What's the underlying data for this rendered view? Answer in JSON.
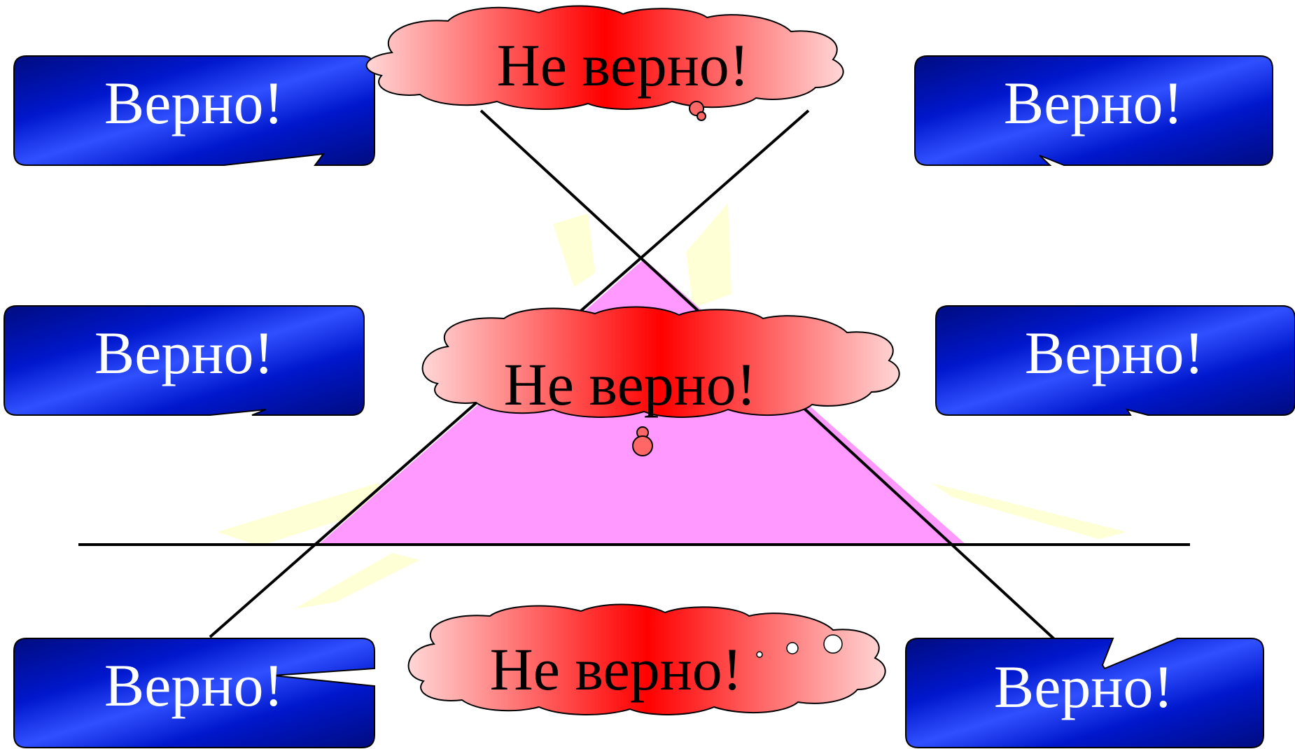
{
  "labels": {
    "correct": "Верно!",
    "wrong": "Не верно!"
  },
  "colors": {
    "triangle_fill": "#ff99ff",
    "callout_blue_dark": "#000c80",
    "callout_blue_mid": "#0017cc",
    "callout_blue_light": "#3050ff",
    "cloud_red": "#ff0000",
    "cloud_pink": "#ffd6d6",
    "glow_yellow": "#ffffcc",
    "line": "#000000"
  },
  "icons": {
    "correct_callout": "rounded-rectangle-callout",
    "wrong_callout": "thought-cloud-callout"
  }
}
